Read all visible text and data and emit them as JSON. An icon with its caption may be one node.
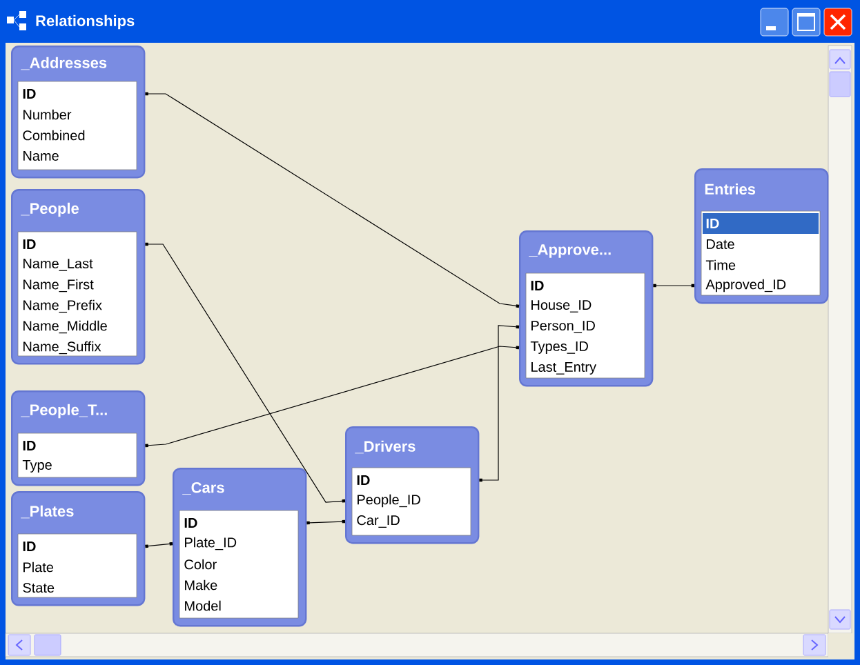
{
  "diagram": {
    "title": "Relationships",
    "nodes": [
      {
        "text": [
          "_Addresses",
          "ID",
          "Number",
          "Combined",
          "Name"
        ]
      },
      {
        "text": [
          "_People",
          "ID",
          "Name_Last",
          "Name_First",
          "Name_Prefix",
          "Name_Middle",
          "Name_Suffix"
        ]
      },
      {
        "text": [
          "_People_T...",
          "ID",
          "Type"
        ]
      },
      {
        "text": [
          "_Plates",
          "ID",
          "Plate",
          "State"
        ]
      },
      {
        "text": [
          "_Cars",
          "ID",
          "Plate_ID",
          "Color",
          "Make",
          "Model"
        ]
      },
      {
        "text": [
          "_Drivers",
          "ID",
          "People_ID",
          "Car_ID"
        ]
      },
      {
        "text": [
          "_Approve...",
          "ID",
          "House_ID",
          "Person_ID",
          "Types_ID",
          "Last_Entry"
        ]
      },
      {
        "text": [
          "Entries",
          "ID",
          "Date",
          "Time",
          "Approved_ID"
        ]
      }
    ],
    "edges": [
      {
        "from": 0,
        "to": 6,
        "arrow": "other"
      },
      {
        "from": 1,
        "to": 5,
        "arrow": "other"
      },
      {
        "from": 2,
        "to": 6,
        "arrow": "other"
      },
      {
        "from": 5,
        "to": 6,
        "arrow": "other"
      },
      {
        "from": 3,
        "to": 4,
        "arrow": "other"
      },
      {
        "from": 4,
        "to": 5,
        "arrow": "other"
      },
      {
        "from": 6,
        "to": 7,
        "arrow": "other"
      }
    ]
  }
}
